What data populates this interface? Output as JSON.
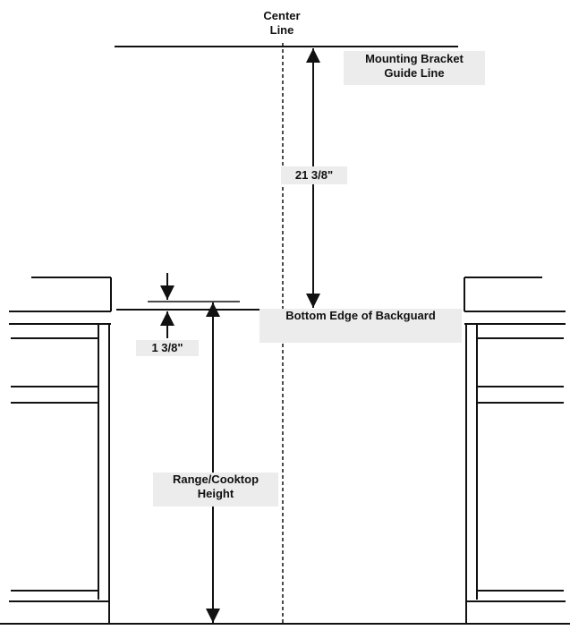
{
  "labels": {
    "center_line": [
      "Center",
      "Line"
    ],
    "mounting_bracket": [
      "Mounting Bracket",
      "Guide Line"
    ],
    "bracket_distance": "21 3/8\"",
    "bottom_edge": "Bottom Edge of Backguard",
    "offset_distance": "1 3/8\"",
    "range_height": [
      "Range/Cooktop",
      "Height"
    ]
  },
  "colors": {
    "line": "#111111",
    "label_background": "#ececec"
  }
}
